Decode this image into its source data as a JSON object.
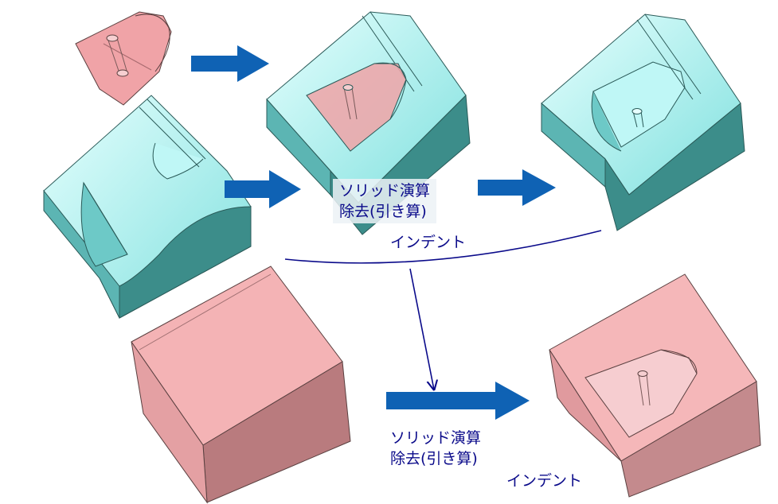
{
  "labels": {
    "op_top_line1": "ソリッド演算",
    "op_top_line2": "除去(引き算)",
    "indent_top": "インデント",
    "op_bottom_line1": "ソリッド演算",
    "op_bottom_line2": "除去(引き算)",
    "indent_bottom": "インデント"
  },
  "colors": {
    "cyan_face": "#a7f3f1",
    "cyan_side": "#3c8d8a",
    "pink_face": "#f2a6a8",
    "arrow_blue": "#0f62b4",
    "text_blue": "#0a0a8a"
  }
}
